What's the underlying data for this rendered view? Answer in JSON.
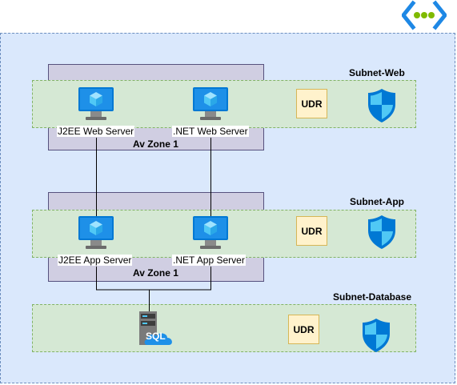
{
  "subnets": {
    "web": "Subnet-Web",
    "app": "Subnet-App",
    "database": "Subnet-Database"
  },
  "zones": {
    "web": "Av Zone 1",
    "app": "Av Zone 1"
  },
  "servers": {
    "j2ee_web": "J2EE Web Server",
    "net_web": ".NET Web Server",
    "j2ee_app": "J2EE App Server",
    "net_app": ".NET App Server"
  },
  "udr_label": "UDR",
  "sql_label": "SQL",
  "colors": {
    "vnet_fill": "#dae8fc",
    "subnet_fill": "#d5e8d4",
    "zone_fill": "#d0cee2",
    "udr_fill": "#fff2cc",
    "azure_blue": "#0078d4",
    "vnet_icon_green": "#7fba00"
  },
  "icons": {
    "vnet": "virtual-network-icon",
    "vm": "virtual-machine-icon",
    "nsg": "network-security-group-icon",
    "sql": "sql-server-icon"
  }
}
